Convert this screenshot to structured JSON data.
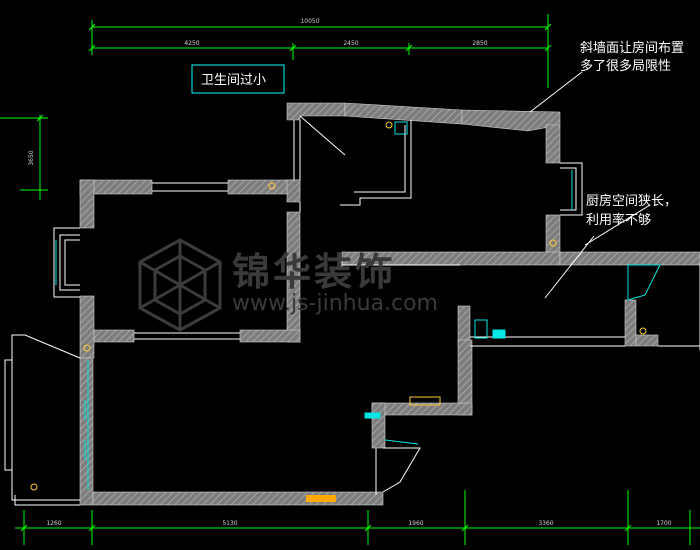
{
  "annotations": {
    "bathroom_note": "卫生间过小",
    "slanted_wall_note_line1": "斜墙面让房间布置",
    "slanted_wall_note_line2": "多了很多局限性",
    "kitchen_note_line1": "厨房空间狭长，",
    "kitchen_note_line2": "利用率不够"
  },
  "dimensions": {
    "top_total": "10050",
    "top_seg1": "4250",
    "top_seg2": "2450",
    "top_seg3": "2850",
    "left_vertical": "3650",
    "bottom_seg1": "1260",
    "bottom_seg2": "5130",
    "bottom_seg3": "1960",
    "bottom_seg4": "3360",
    "bottom_seg5": "1700"
  },
  "watermark": {
    "brand": "锦华装饰",
    "url": "www.js-jinhua.com"
  },
  "colors": {
    "background": "#000000",
    "dimension_lines": "#00ff00",
    "wall_fill": "#8c8c8c",
    "fixtures": "#00e5e5",
    "annotation_box": "#00ffff",
    "lines": "#ffffff"
  }
}
